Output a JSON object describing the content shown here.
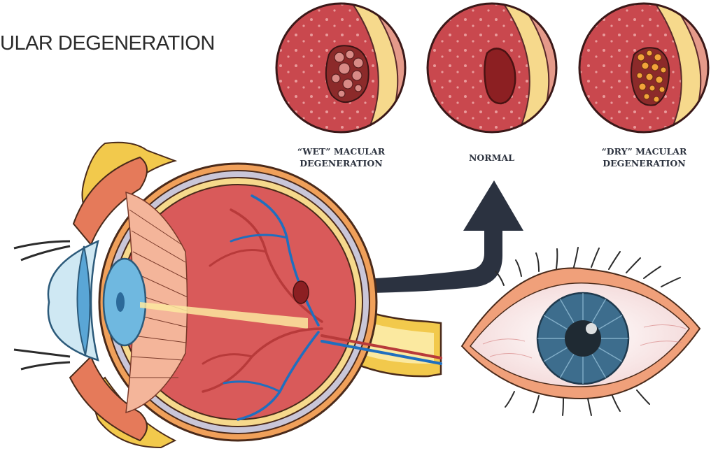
{
  "title": "ULAR DEGENERATION",
  "labels": {
    "wet_line1": "“WET” MACULAR",
    "wet_line2": "DEGENERATION",
    "normal": "NORMAL",
    "dry_line1": "“DRY” MACULAR",
    "dry_line2": "DEGENERATION"
  },
  "colors": {
    "retina": "#c9484e",
    "arrow": "#2b3240",
    "vein": "#1f6fbf",
    "artery": "#b83a3a",
    "iris": "#3d6d8d"
  }
}
